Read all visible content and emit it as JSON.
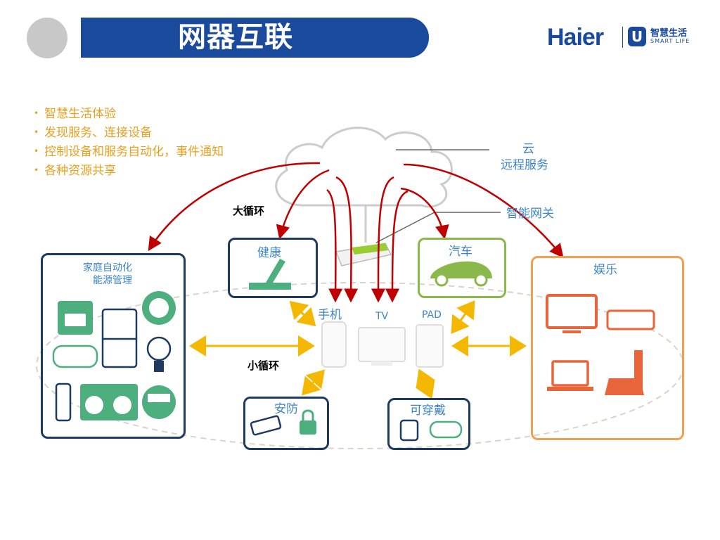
{
  "title": "网器互联",
  "brand": {
    "name": "Haier",
    "logo_letter": "U",
    "sub_cn": "智慧生活",
    "sub_en": "SMART LIFE"
  },
  "bullets": [
    "智慧生活体验",
    "发现服务、连接设备",
    "控制设备和服务自动化，事件通知",
    "各种资源共享"
  ],
  "cloud": {
    "label_line1": "云",
    "label_line2": "远程服务"
  },
  "gateway_label": "智能网关",
  "loops": {
    "big": "大循环",
    "small": "小循环"
  },
  "boxes": {
    "home": {
      "line1": "家庭自动化",
      "line2": "能源管理"
    },
    "health": "健康",
    "car": "汽车",
    "entertainment": "娱乐",
    "security": "安防",
    "wearable": "可穿戴"
  },
  "devices": {
    "phone": "手机",
    "tv": "TV",
    "pad": "PAD"
  },
  "colors": {
    "title_bg": "#1a4a9c",
    "bullet": "#e8a020",
    "label_blue": "#3d85c6",
    "box_navy": "#1f3a60",
    "box_green": "#8bb84a",
    "box_orange": "#f0a050",
    "icon_green": "#4caf7d",
    "icon_orange": "#e8643a",
    "arrow_red": "#c00000",
    "arrow_yellow": "#f5b800"
  }
}
